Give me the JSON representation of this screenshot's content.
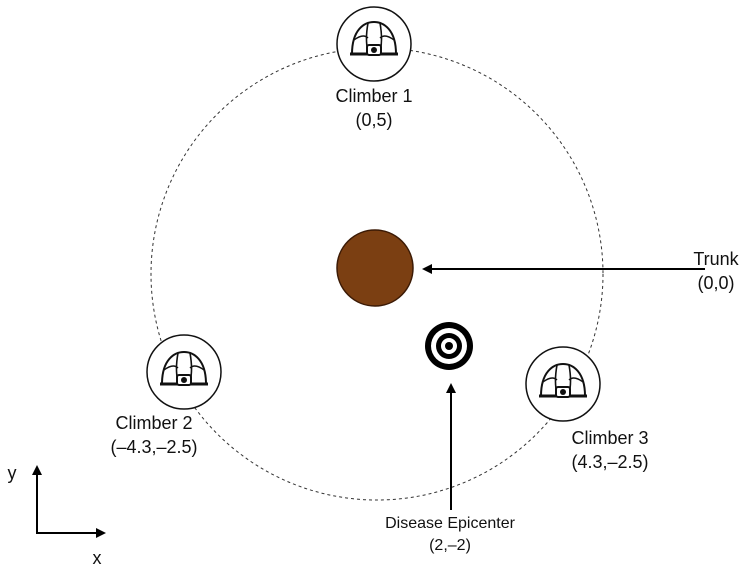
{
  "diagram": {
    "trunk": {
      "name": "Trunk",
      "coords": "(0,0)",
      "color": "#7b3f12"
    },
    "climbers": [
      {
        "name": "Climber 1",
        "coords": "(0,5)"
      },
      {
        "name": "Climber 2",
        "coords": "(–4.3,–2.5)"
      },
      {
        "name": "Climber 3",
        "coords": "(4.3,–2.5)"
      }
    ],
    "epicenter": {
      "name": "Disease Epicenter",
      "coords": "(2,–2)"
    },
    "axes": {
      "x_label": "x",
      "y_label": "y"
    },
    "orbit": {
      "style": "dashed"
    },
    "icons": {
      "climber": "climbing-helmet-icon",
      "epicenter": "target-icon"
    }
  }
}
